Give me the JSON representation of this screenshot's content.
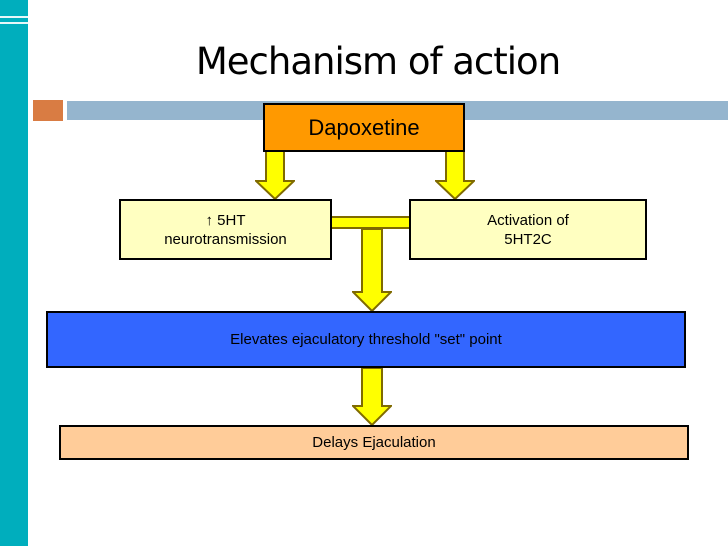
{
  "slide": {
    "title": "Mechanism of action",
    "colors": {
      "side_strip": "#00AEBD",
      "banner_accent_orange": "#D97C43",
      "banner_bar_blue": "#95B5CE",
      "dapoxetine_box": "#FF9900",
      "pale_yellow_box": "#FFFFC1",
      "arrow_yellow": "#FFFF00",
      "arrow_outline": "#7F6A00",
      "threshold_box_blue": "#3366FF",
      "delays_box_peach": "#FFCC99",
      "text": "#000000"
    },
    "nodes": {
      "dapoxetine": {
        "label": "Dapoxetine"
      },
      "five_ht": {
        "line1": "↑ 5HT",
        "line2": "neurotransmission"
      },
      "activation": {
        "line1": "Activation of",
        "line2": "5HT2C"
      },
      "threshold": {
        "label": "Elevates ejaculatory threshold \"set\" point"
      },
      "delays": {
        "label": "Delays Ejaculation"
      }
    }
  }
}
